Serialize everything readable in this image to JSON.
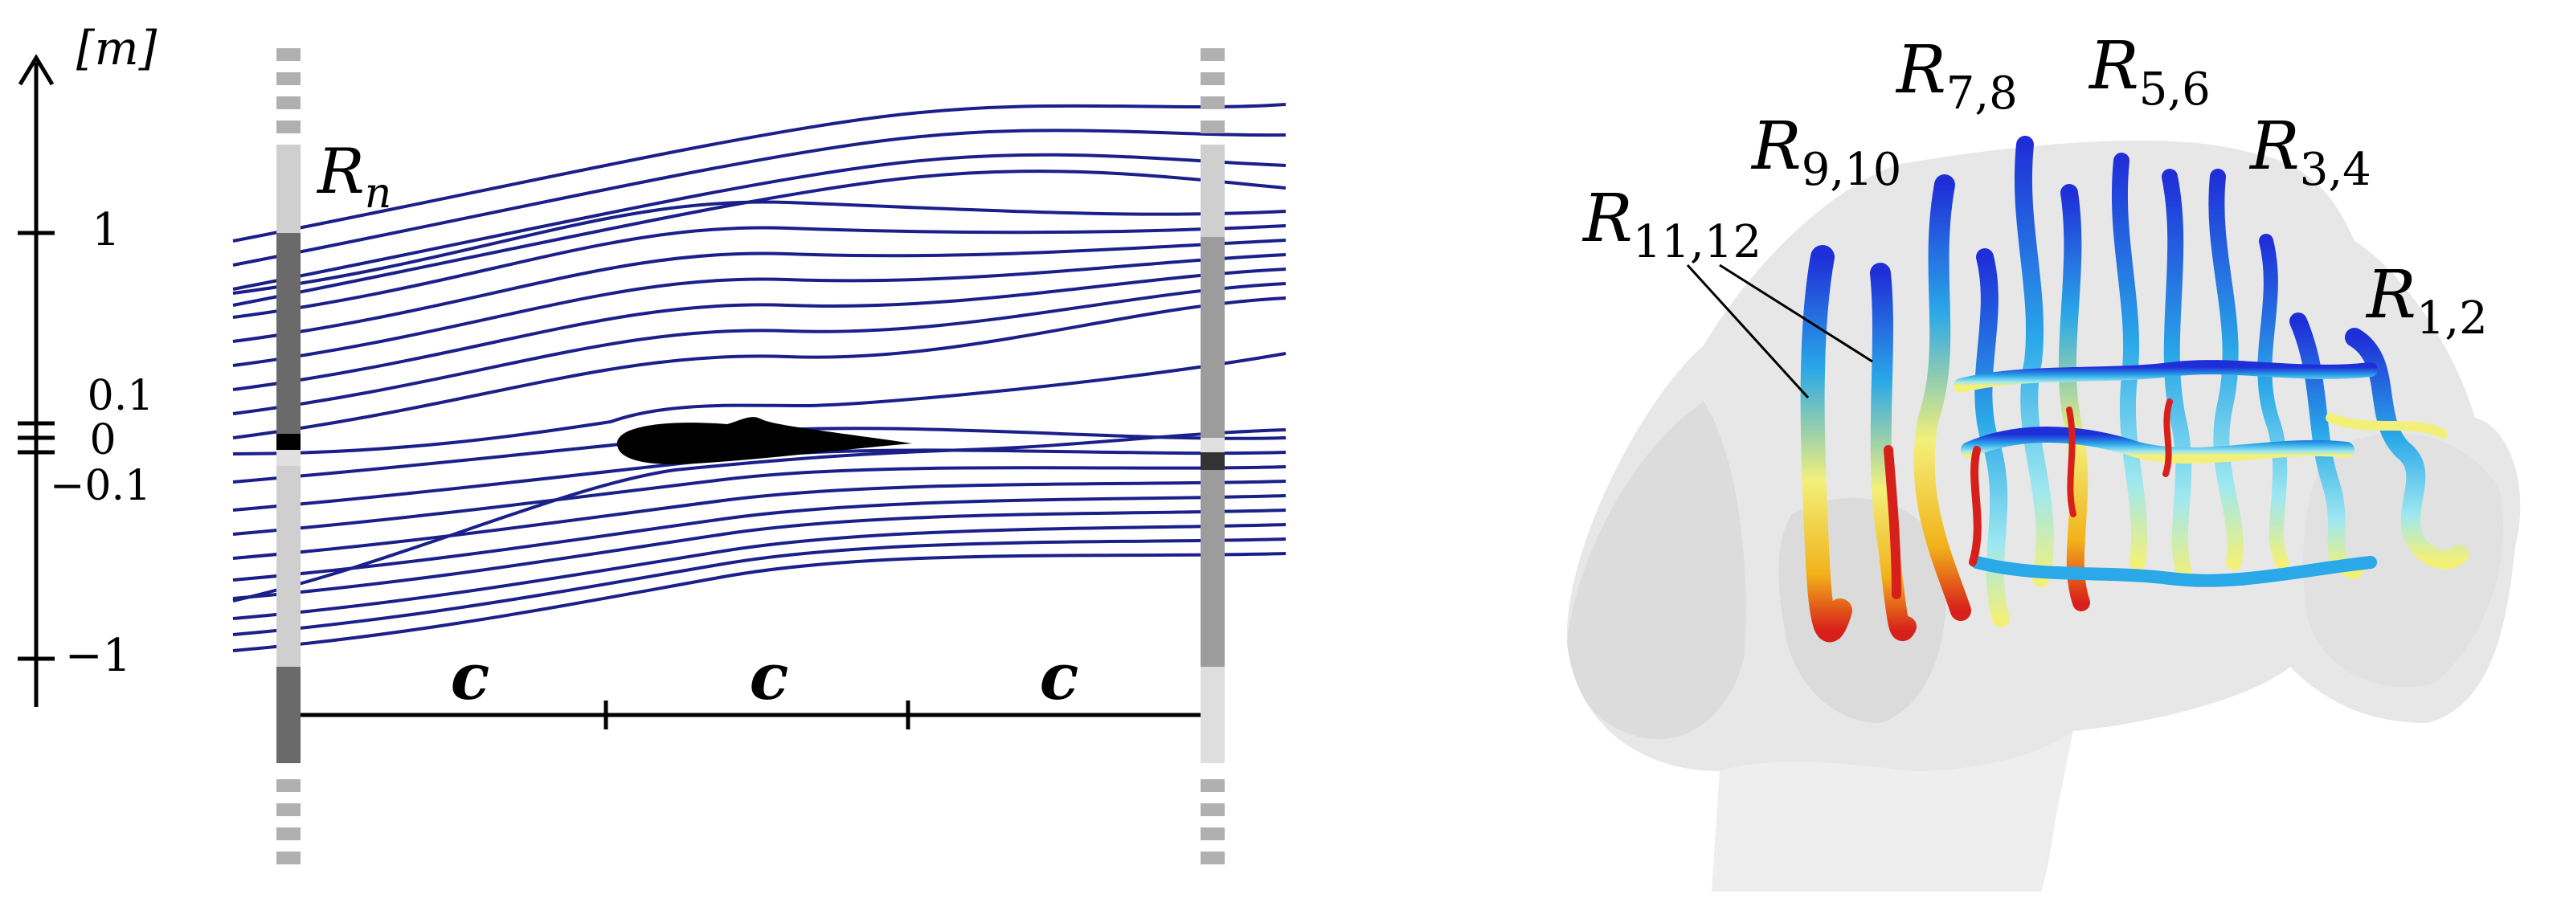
{
  "left_panel": {
    "axis_unit": "[m]",
    "ticks": [
      "1",
      "0.1",
      "0",
      "−0.1",
      "−1"
    ],
    "label_rn": "R",
    "label_rn_sub": "n",
    "chord_labels": [
      "c",
      "c",
      "c"
    ]
  },
  "right_panel": {
    "labels": [
      {
        "main": "R",
        "sub": "11,12"
      },
      {
        "main": "R",
        "sub": "9,10"
      },
      {
        "main": "R",
        "sub": "7,8"
      },
      {
        "main": "R",
        "sub": "5,6"
      },
      {
        "main": "R",
        "sub": "3,4"
      },
      {
        "main": "R",
        "sub": "1,2"
      }
    ]
  },
  "colors": {
    "streamline": "#1a1f8a",
    "bar_light": "#cfcfcf",
    "bar_mid": "#9c9c9c",
    "bar_dark": "#6a6a6a",
    "colormap": [
      "#1f2fd8",
      "#2aa8e8",
      "#9fe8f0",
      "#f3f07a",
      "#f2b21a",
      "#d8201a"
    ]
  }
}
